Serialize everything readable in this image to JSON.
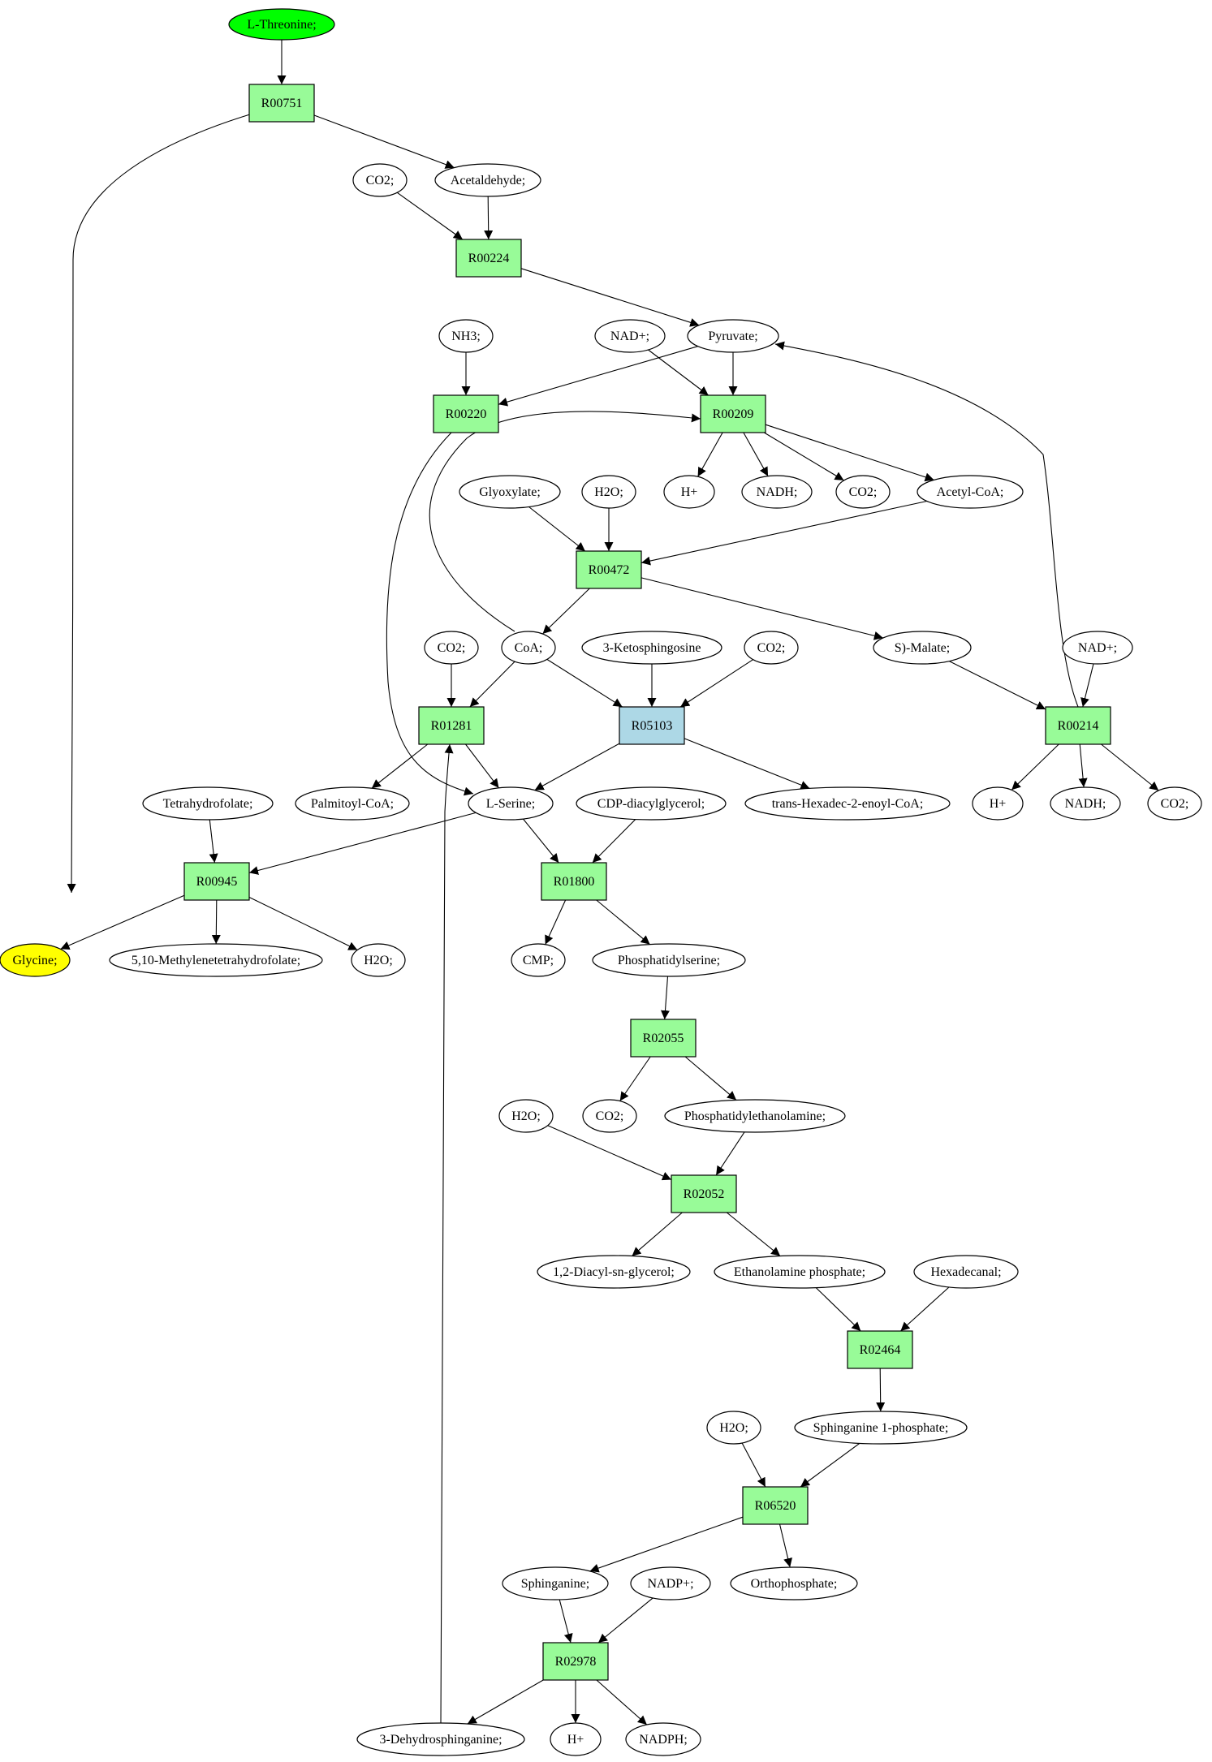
{
  "colors": {
    "source": "#00ff00",
    "target": "#ffff00",
    "reaction": "#98fb98",
    "highlight_reaction": "#add8e6",
    "compound": "#ffffff"
  },
  "nodes": {
    "n_thr": {
      "label": "L-Threonine;",
      "kind": "source"
    },
    "r00751": {
      "label": "R00751",
      "kind": "reaction"
    },
    "n_co2_a": {
      "label": "CO2;",
      "kind": "compound"
    },
    "n_acald": {
      "label": "Acetaldehyde;",
      "kind": "compound"
    },
    "r00224": {
      "label": "R00224",
      "kind": "reaction"
    },
    "n_nh3": {
      "label": "NH3;",
      "kind": "compound"
    },
    "n_nad_a": {
      "label": "NAD+;",
      "kind": "compound"
    },
    "n_pyr": {
      "label": "Pyruvate;",
      "kind": "compound"
    },
    "r00220": {
      "label": "R00220",
      "kind": "reaction"
    },
    "r00209": {
      "label": "R00209",
      "kind": "reaction"
    },
    "n_hp_a": {
      "label": "H+",
      "kind": "compound"
    },
    "n_nadh_a": {
      "label": "NADH;",
      "kind": "compound"
    },
    "n_co2_b": {
      "label": "CO2;",
      "kind": "compound"
    },
    "n_accoa": {
      "label": "Acetyl-CoA;",
      "kind": "compound"
    },
    "n_glyox": {
      "label": "Glyoxylate;",
      "kind": "compound"
    },
    "n_h2o_a": {
      "label": "H2O;",
      "kind": "compound"
    },
    "r00472": {
      "label": "R00472",
      "kind": "reaction"
    },
    "n_co2_c": {
      "label": "CO2;",
      "kind": "compound"
    },
    "n_coa": {
      "label": "CoA;",
      "kind": "compound"
    },
    "n_keto": {
      "label": "3-Ketosphingosine",
      "kind": "compound"
    },
    "n_co2_d": {
      "label": "CO2;",
      "kind": "compound"
    },
    "n_mal": {
      "label": "S)-Malate;",
      "kind": "compound"
    },
    "n_nad_b": {
      "label": "NAD+;",
      "kind": "compound"
    },
    "r01281": {
      "label": "R01281",
      "kind": "reaction"
    },
    "r05103": {
      "label": "R05103",
      "kind": "highlight_reaction"
    },
    "r00214": {
      "label": "R00214",
      "kind": "reaction"
    },
    "n_thf": {
      "label": "Tetrahydrofolate;",
      "kind": "compound"
    },
    "n_palm": {
      "label": "Palmitoyl-CoA;",
      "kind": "compound"
    },
    "n_ser": {
      "label": "L-Serine;",
      "kind": "compound"
    },
    "n_cdp": {
      "label": "CDP-diacylglycerol;",
      "kind": "compound"
    },
    "n_trans": {
      "label": "trans-Hexadec-2-enoyl-CoA;",
      "kind": "compound"
    },
    "n_hp_b": {
      "label": "H+",
      "kind": "compound"
    },
    "n_nadh_b": {
      "label": "NADH;",
      "kind": "compound"
    },
    "n_co2_e": {
      "label": "CO2;",
      "kind": "compound"
    },
    "r00945": {
      "label": "R00945",
      "kind": "reaction"
    },
    "r01800": {
      "label": "R01800",
      "kind": "reaction"
    },
    "n_gly": {
      "label": "Glycine;",
      "kind": "target"
    },
    "n_meth": {
      "label": "5,10-Methylenetetrahydrofolate;",
      "kind": "compound"
    },
    "n_h2o_b": {
      "label": "H2O;",
      "kind": "compound"
    },
    "n_cmp": {
      "label": "CMP;",
      "kind": "compound"
    },
    "n_pser": {
      "label": "Phosphatidylserine;",
      "kind": "compound"
    },
    "r02055": {
      "label": "R02055",
      "kind": "reaction"
    },
    "n_h2o_c": {
      "label": "H2O;",
      "kind": "compound"
    },
    "n_co2_f": {
      "label": "CO2;",
      "kind": "compound"
    },
    "n_pe": {
      "label": "Phosphatidylethanolamine;",
      "kind": "compound"
    },
    "r02052": {
      "label": "R02052",
      "kind": "reaction"
    },
    "n_dag": {
      "label": "1,2-Diacyl-sn-glycerol;",
      "kind": "compound"
    },
    "n_etp": {
      "label": "Ethanolamine phosphate;",
      "kind": "compound"
    },
    "n_hexal": {
      "label": "Hexadecanal;",
      "kind": "compound"
    },
    "r02464": {
      "label": "R02464",
      "kind": "reaction"
    },
    "n_h2o_d": {
      "label": "H2O;",
      "kind": "compound"
    },
    "n_s1p": {
      "label": "Sphinganine 1-phosphate;",
      "kind": "compound"
    },
    "r06520": {
      "label": "R06520",
      "kind": "reaction"
    },
    "n_sph": {
      "label": "Sphinganine;",
      "kind": "compound"
    },
    "n_nadp": {
      "label": "NADP+;",
      "kind": "compound"
    },
    "n_pi": {
      "label": "Orthophosphate;",
      "kind": "compound"
    },
    "r02978": {
      "label": "R02978",
      "kind": "reaction"
    },
    "n_dhsph": {
      "label": "3-Dehydrosphinganine;",
      "kind": "compound"
    },
    "n_hp_c": {
      "label": "H+",
      "kind": "compound"
    },
    "n_nadph": {
      "label": "NADPH;",
      "kind": "compound"
    }
  },
  "edges": [
    [
      "n_thr",
      "r00751"
    ],
    [
      "r00751",
      "n_acald"
    ],
    [
      "r00751",
      "n_gly"
    ],
    [
      "n_co2_a",
      "r00224"
    ],
    [
      "n_acald",
      "r00224"
    ],
    [
      "r00224",
      "n_pyr"
    ],
    [
      "n_nh3",
      "r00220"
    ],
    [
      "n_pyr",
      "r00220"
    ],
    [
      "n_nad_a",
      "r00209"
    ],
    [
      "n_pyr",
      "r00209"
    ],
    [
      "n_coa",
      "r00209"
    ],
    [
      "r00220",
      "n_ser"
    ],
    [
      "r00209",
      "n_hp_a"
    ],
    [
      "r00209",
      "n_nadh_a"
    ],
    [
      "r00209",
      "n_co2_b"
    ],
    [
      "r00209",
      "n_accoa"
    ],
    [
      "n_glyox",
      "r00472"
    ],
    [
      "n_h2o_a",
      "r00472"
    ],
    [
      "n_accoa",
      "r00472"
    ],
    [
      "r00472",
      "n_coa"
    ],
    [
      "r00472",
      "n_mal"
    ],
    [
      "n_co2_c",
      "r01281"
    ],
    [
      "n_coa",
      "r01281"
    ],
    [
      "n_coa",
      "r05103"
    ],
    [
      "n_keto",
      "r05103"
    ],
    [
      "n_co2_d",
      "r05103"
    ],
    [
      "n_mal",
      "r00214"
    ],
    [
      "n_nad_b",
      "r00214"
    ],
    [
      "r00214",
      "n_pyr"
    ],
    [
      "r00214",
      "n_hp_b"
    ],
    [
      "r00214",
      "n_nadh_b"
    ],
    [
      "r00214",
      "n_co2_e"
    ],
    [
      "r01281",
      "n_palm"
    ],
    [
      "r01281",
      "n_ser"
    ],
    [
      "r05103",
      "n_ser"
    ],
    [
      "r05103",
      "n_trans"
    ],
    [
      "n_thf",
      "r00945"
    ],
    [
      "n_ser",
      "r00945"
    ],
    [
      "n_ser",
      "r01800"
    ],
    [
      "n_cdp",
      "r01800"
    ],
    [
      "r00945",
      "n_gly"
    ],
    [
      "r00945",
      "n_meth"
    ],
    [
      "r00945",
      "n_h2o_b"
    ],
    [
      "r01800",
      "n_cmp"
    ],
    [
      "r01800",
      "n_pser"
    ],
    [
      "n_pser",
      "r02055"
    ],
    [
      "r02055",
      "n_co2_f"
    ],
    [
      "r02055",
      "n_pe"
    ],
    [
      "n_h2o_c",
      "r02052"
    ],
    [
      "n_pe",
      "r02052"
    ],
    [
      "r02052",
      "n_dag"
    ],
    [
      "r02052",
      "n_etp"
    ],
    [
      "n_etp",
      "r02464"
    ],
    [
      "n_hexal",
      "r02464"
    ],
    [
      "r02464",
      "n_s1p"
    ],
    [
      "n_h2o_d",
      "r06520"
    ],
    [
      "n_s1p",
      "r06520"
    ],
    [
      "r06520",
      "n_sph"
    ],
    [
      "r06520",
      "n_pi"
    ],
    [
      "n_sph",
      "r02978"
    ],
    [
      "n_nadp",
      "r02978"
    ],
    [
      "r02978",
      "n_dhsph"
    ],
    [
      "r02978",
      "n_hp_c"
    ],
    [
      "r02978",
      "n_nadph"
    ],
    [
      "n_dhsph",
      "r01281"
    ]
  ]
}
